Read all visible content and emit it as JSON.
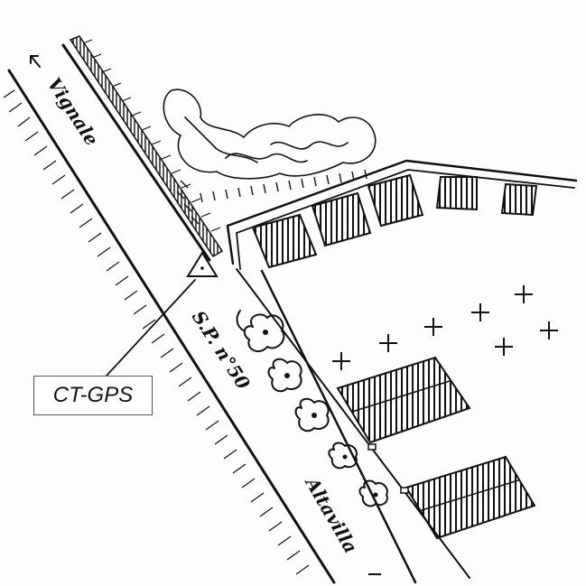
{
  "map": {
    "labels": {
      "road_north": "Vignale",
      "road_number": "S.P. n°50",
      "road_south": "Altavilla",
      "station": "CT-GPS"
    },
    "icons": [
      "arrow-up-left-icon",
      "triangle-marker-icon",
      "tree-icon",
      "grave-cross-icon"
    ],
    "colors": {
      "ink": "#111111",
      "paper": "#fdfdfd",
      "frame": "#555555"
    }
  }
}
